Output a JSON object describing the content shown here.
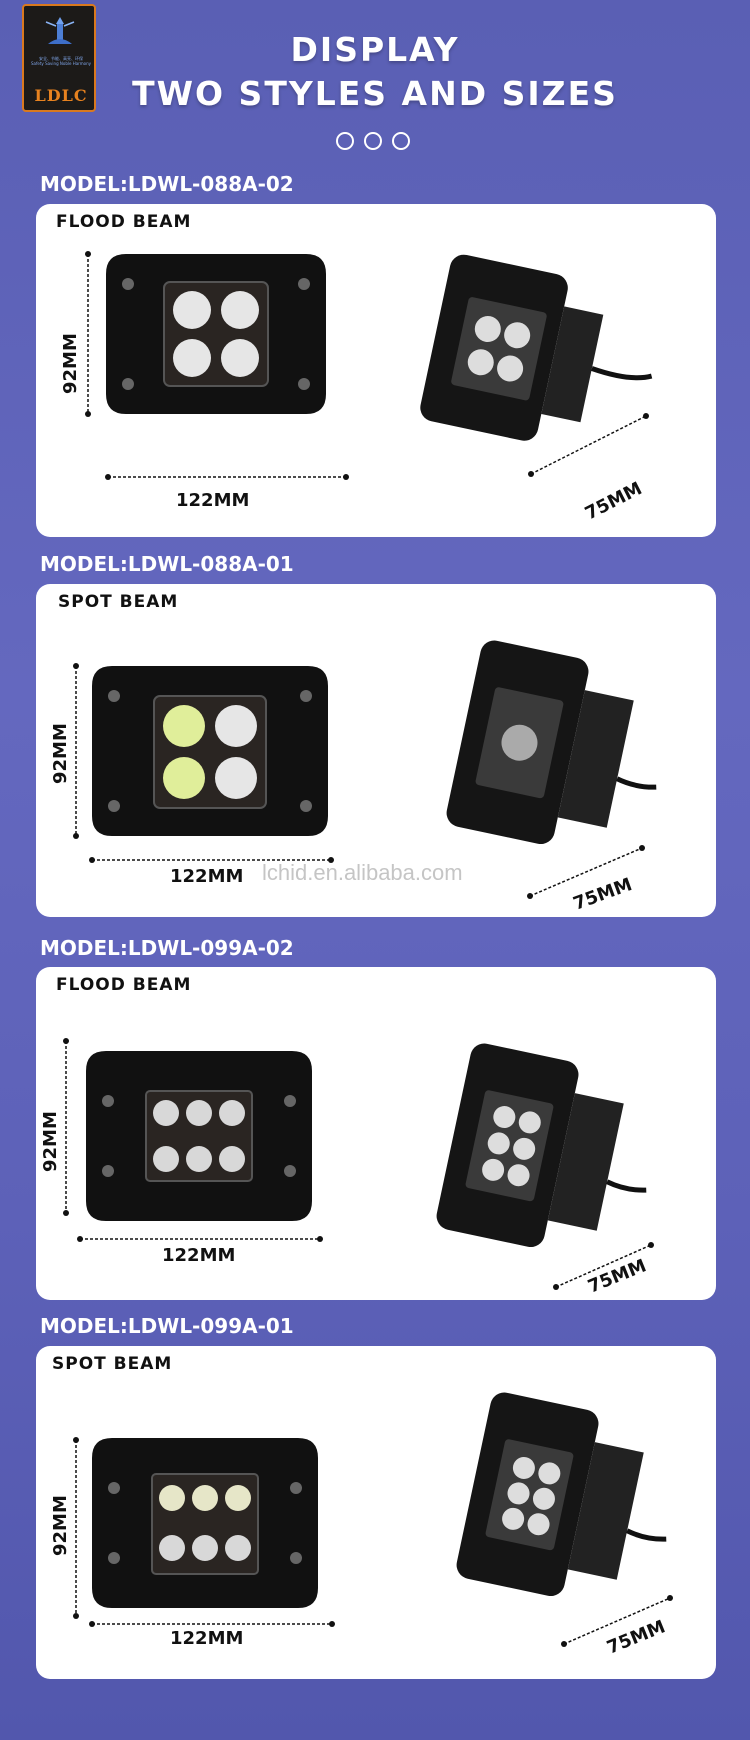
{
  "brand": {
    "tagline": "安全、节能、高亮、环保",
    "tagline_en": "Safety Saving Noble Harmony",
    "mark": "LDLC"
  },
  "header": {
    "line1": "DISPLAY",
    "line2": "TWO STYLES AND SIZES"
  },
  "watermark": "lchid.en.alibaba.com",
  "colors": {
    "background": "#5a5fb4",
    "card": "#ffffff",
    "logo_border": "#d9791f",
    "text": "#ffffff"
  },
  "products": [
    {
      "model": "MODEL:LDWL-088A-02",
      "beam": "FLOOD BEAM",
      "height": "92MM",
      "width": "122MM",
      "depth": "75MM",
      "leds": 4
    },
    {
      "model": "MODEL:LDWL-088A-01",
      "beam": "SPOT BEAM",
      "height": "92MM",
      "width": "122MM",
      "depth": "75MM",
      "leds": 4
    },
    {
      "model": "MODEL:LDWL-099A-02",
      "beam": "FLOOD BEAM",
      "height": "92MM",
      "width": "122MM",
      "depth": "75MM",
      "leds": 6
    },
    {
      "model": "MODEL:LDWL-099A-01",
      "beam": "SPOT BEAM",
      "height": "92MM",
      "width": "122MM",
      "depth": "75MM",
      "leds": 6
    }
  ]
}
